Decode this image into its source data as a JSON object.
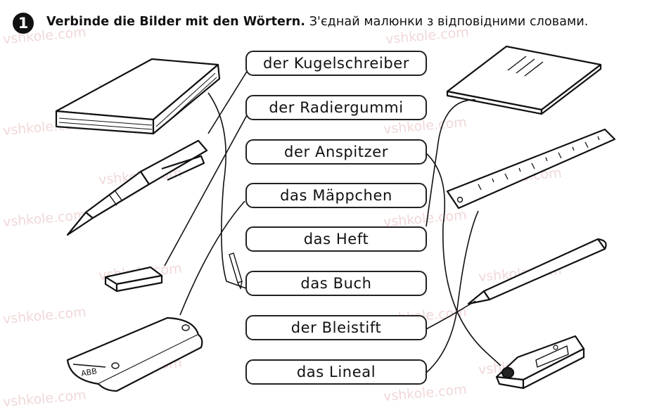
{
  "task": {
    "number": "1",
    "instruction_de": "Verbinde die Bilder mit den Wörtern.",
    "instruction_uk": "З'єднай малюнки з відповідними словами."
  },
  "words": [
    "der Kugelschreiber",
    "der Radiergummi",
    "der Anspitzer",
    "das Mäppchen",
    "das Heft",
    "das Buch",
    "der Bleistift",
    "das Lineal"
  ],
  "pictures": {
    "left": [
      "book-icon",
      "pen-icon",
      "eraser-icon",
      "pencil-case-icon"
    ],
    "right": [
      "notebook-icon",
      "ruler-icon",
      "pencil-icon",
      "sharpener-icon"
    ],
    "pencil_case_label": "ABB"
  },
  "watermark": "vshkole.com"
}
